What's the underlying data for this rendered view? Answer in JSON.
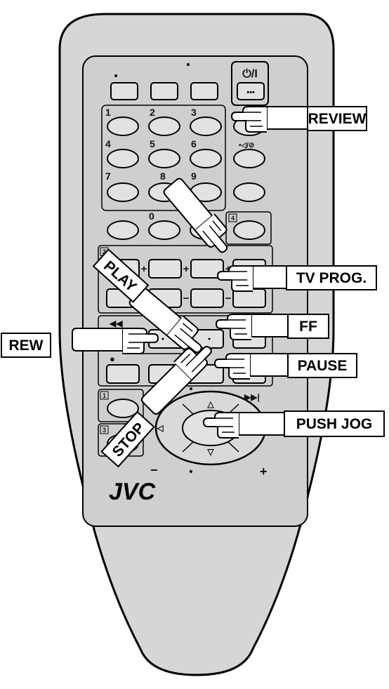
{
  "brand": "JVC",
  "keypad": {
    "power_label": "⏻/I",
    "small_button_label": "•••",
    "num_1": "1",
    "num_2": "2",
    "num_3": "3",
    "num_4": "4",
    "num_5": "5",
    "num_6": "6",
    "num_7": "7",
    "num_8": "8",
    "num_9": "9",
    "num_0": "0",
    "plus": "+",
    "minus": "−",
    "section_1": "1",
    "section_2": "2",
    "section_3": "3",
    "section_4": "4"
  },
  "callouts": {
    "review": "REVIEW",
    "tv_prog": "TV PROG.",
    "ff": "FF",
    "rew": "REW",
    "pause": "PAUSE",
    "push_jog": "PUSH JOG",
    "play": "PLAY",
    "stop": "STOP"
  },
  "colors": {
    "body": "#d6d6d6",
    "panel": "#c8c8c8",
    "button": "#e2e2e2",
    "outline": "#000000"
  }
}
